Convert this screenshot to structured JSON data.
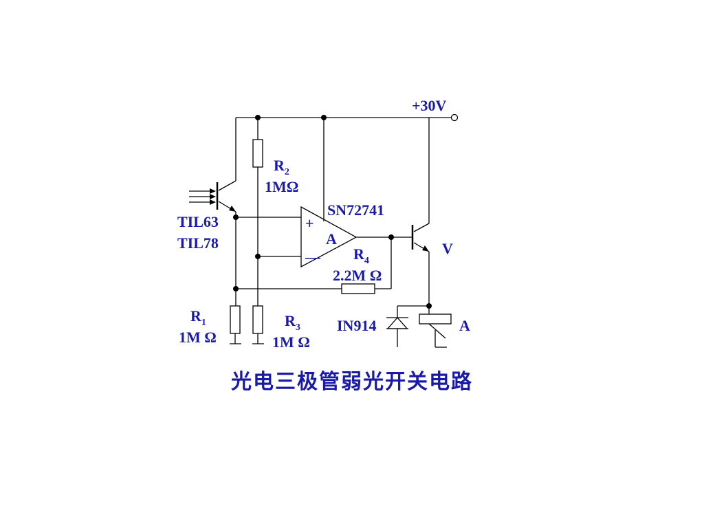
{
  "supply": {
    "label": "+30V"
  },
  "phototransistor": {
    "part_line1": "TIL63",
    "part_line2": "TIL78"
  },
  "r1": {
    "name": "R",
    "index": "1",
    "value": "1M Ω"
  },
  "r2": {
    "name": "R",
    "index": "2",
    "value": "1MΩ"
  },
  "r3": {
    "name": "R",
    "index": "3",
    "value": "1M Ω"
  },
  "r4": {
    "name": "R",
    "index": "4",
    "value": "2.2M Ω"
  },
  "opamp": {
    "part": "SN72741",
    "label": "A",
    "plus": "+",
    "minus": "—"
  },
  "transistor": {
    "label": "V"
  },
  "diode": {
    "label": "IN914"
  },
  "relay": {
    "label": "A"
  },
  "caption": "光电三极管弱光开关电路"
}
